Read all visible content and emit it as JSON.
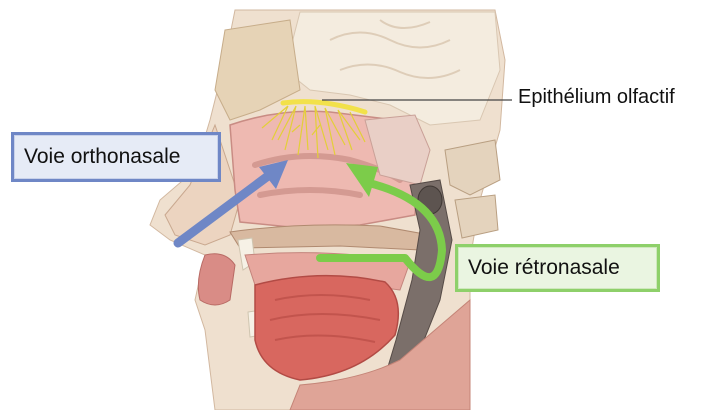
{
  "labels": {
    "olfactory_epithelium": "Epithélium olfactif",
    "orthonasal": "Voie orthonasale",
    "retronasal": "Voie rétronasale"
  },
  "colors": {
    "orthonasal_arrow": "#6f87c6",
    "retronasal_arrow": "#7ccc4a",
    "epithelium": "#f2e14a",
    "leader_line": "#444444"
  }
}
